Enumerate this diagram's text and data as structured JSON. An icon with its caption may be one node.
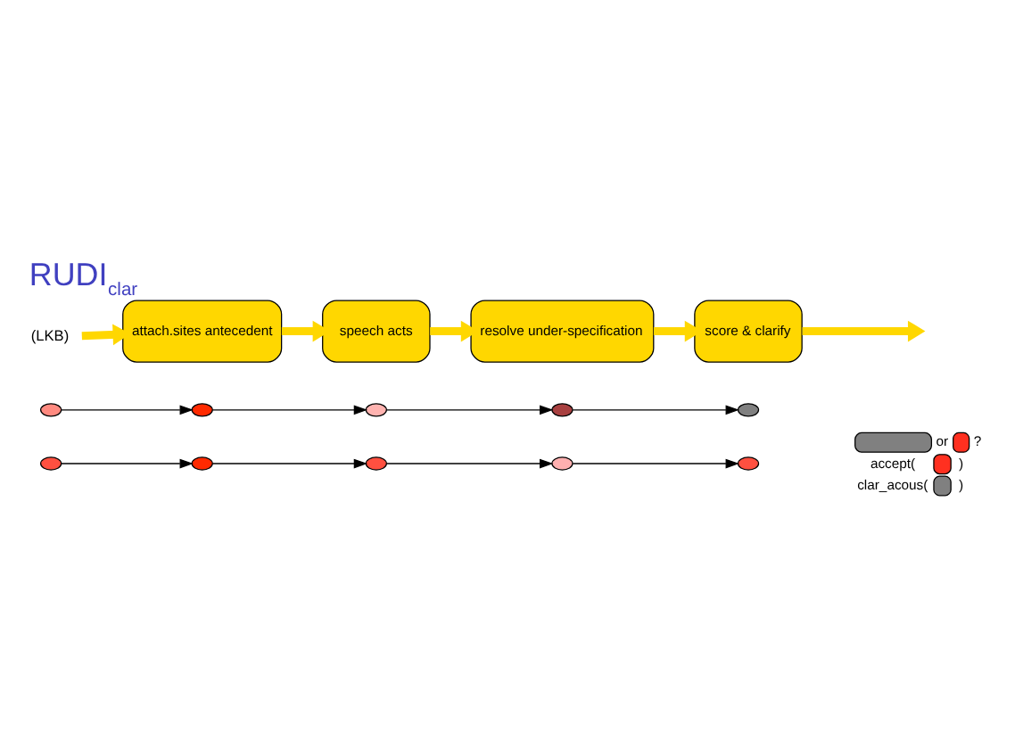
{
  "diagram": {
    "title": "RUDI$_{clar}$",
    "nodes": [
      {
        "text": [
          "(LKB)"
        ]
      },
      {
        "text": [
          "attach.sites antecedent"
        ]
      },
      {
        "text": [
          "speech acts"
        ]
      },
      {
        "text": [
          "resolve under-specification"
        ]
      },
      {
        "text": [
          "score & clarify"
        ]
      },
      {
        "text": [],
        "shape": "ellipse"
      },
      {
        "text": [],
        "shape": "ellipse"
      },
      {
        "text": [],
        "shape": "ellipse"
      },
      {
        "text": [],
        "shape": "ellipse"
      },
      {
        "text": [],
        "shape": "ellipse"
      },
      {
        "text": [],
        "shape": "ellipse"
      },
      {
        "text": [],
        "shape": "ellipse"
      },
      {
        "text": [],
        "shape": "ellipse"
      },
      {
        "text": [],
        "shape": "ellipse"
      },
      {
        "text": [],
        "shape": "ellipse"
      }
    ],
    "edges": [
      {
        "from": 0,
        "to": 1,
        "arrow": "to",
        "style": "thick",
        "color": "#ffd700"
      },
      {
        "from": 1,
        "to": 2,
        "arrow": "to",
        "style": "thick",
        "color": "#ffd700"
      },
      {
        "from": 2,
        "to": 3,
        "arrow": "to",
        "style": "thick",
        "color": "#ffd700"
      },
      {
        "from": 3,
        "to": 4,
        "arrow": "to",
        "style": "thick",
        "color": "#ffd700"
      },
      {
        "from": 4,
        "to": null,
        "arrow": "to",
        "style": "thick",
        "color": "#ffd700"
      },
      {
        "from": 5,
        "to": 6,
        "arrow": "to"
      },
      {
        "from": 6,
        "to": 7,
        "arrow": "to"
      },
      {
        "from": 7,
        "to": 8,
        "arrow": "to"
      },
      {
        "from": 8,
        "to": 9,
        "arrow": "to"
      },
      {
        "from": 10,
        "to": 11,
        "arrow": "to"
      },
      {
        "from": 11,
        "to": 12,
        "arrow": "to"
      },
      {
        "from": 12,
        "to": 13,
        "arrow": "to"
      },
      {
        "from": 13,
        "to": 14,
        "arrow": "to"
      }
    ],
    "labels": [
      "or",
      "?",
      "accept(",
      ")",
      "clar_acous(",
      ")"
    ]
  }
}
